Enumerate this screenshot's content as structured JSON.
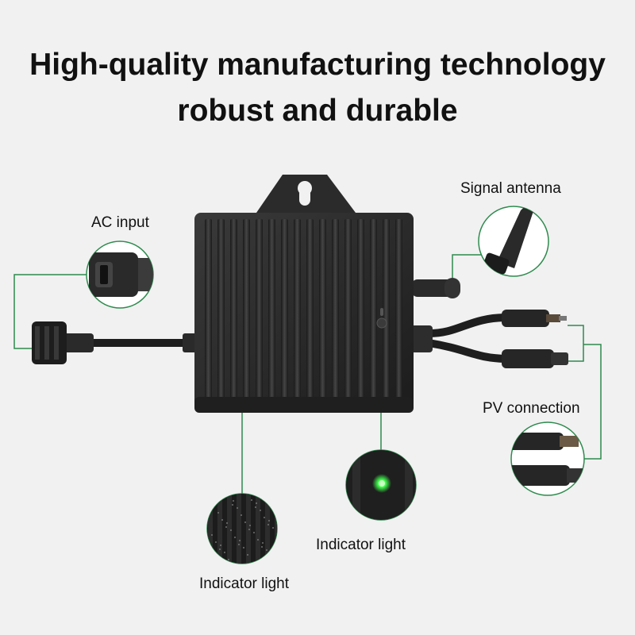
{
  "headline": {
    "line1": "High-quality manufacturing technology",
    "line2": "robust and durable"
  },
  "callouts": {
    "ac_input": "AC input",
    "signal_antenna": "Signal antenna",
    "pv_connection": "PV connection",
    "indicator_light_center": "Indicator light",
    "indicator_light_left": "Indicator light"
  },
  "colors": {
    "background": "#f1f1f1",
    "leader_line": "#2e8b4e",
    "device_body": "#262626",
    "indicator_led": "#3dff4a"
  },
  "icons": {
    "product": "micro-inverter",
    "ac_connector": "ac-plug-icon",
    "antenna": "antenna-icon",
    "pv_connectors": "mc4-connector-icon",
    "led": "led-indicator-icon"
  }
}
